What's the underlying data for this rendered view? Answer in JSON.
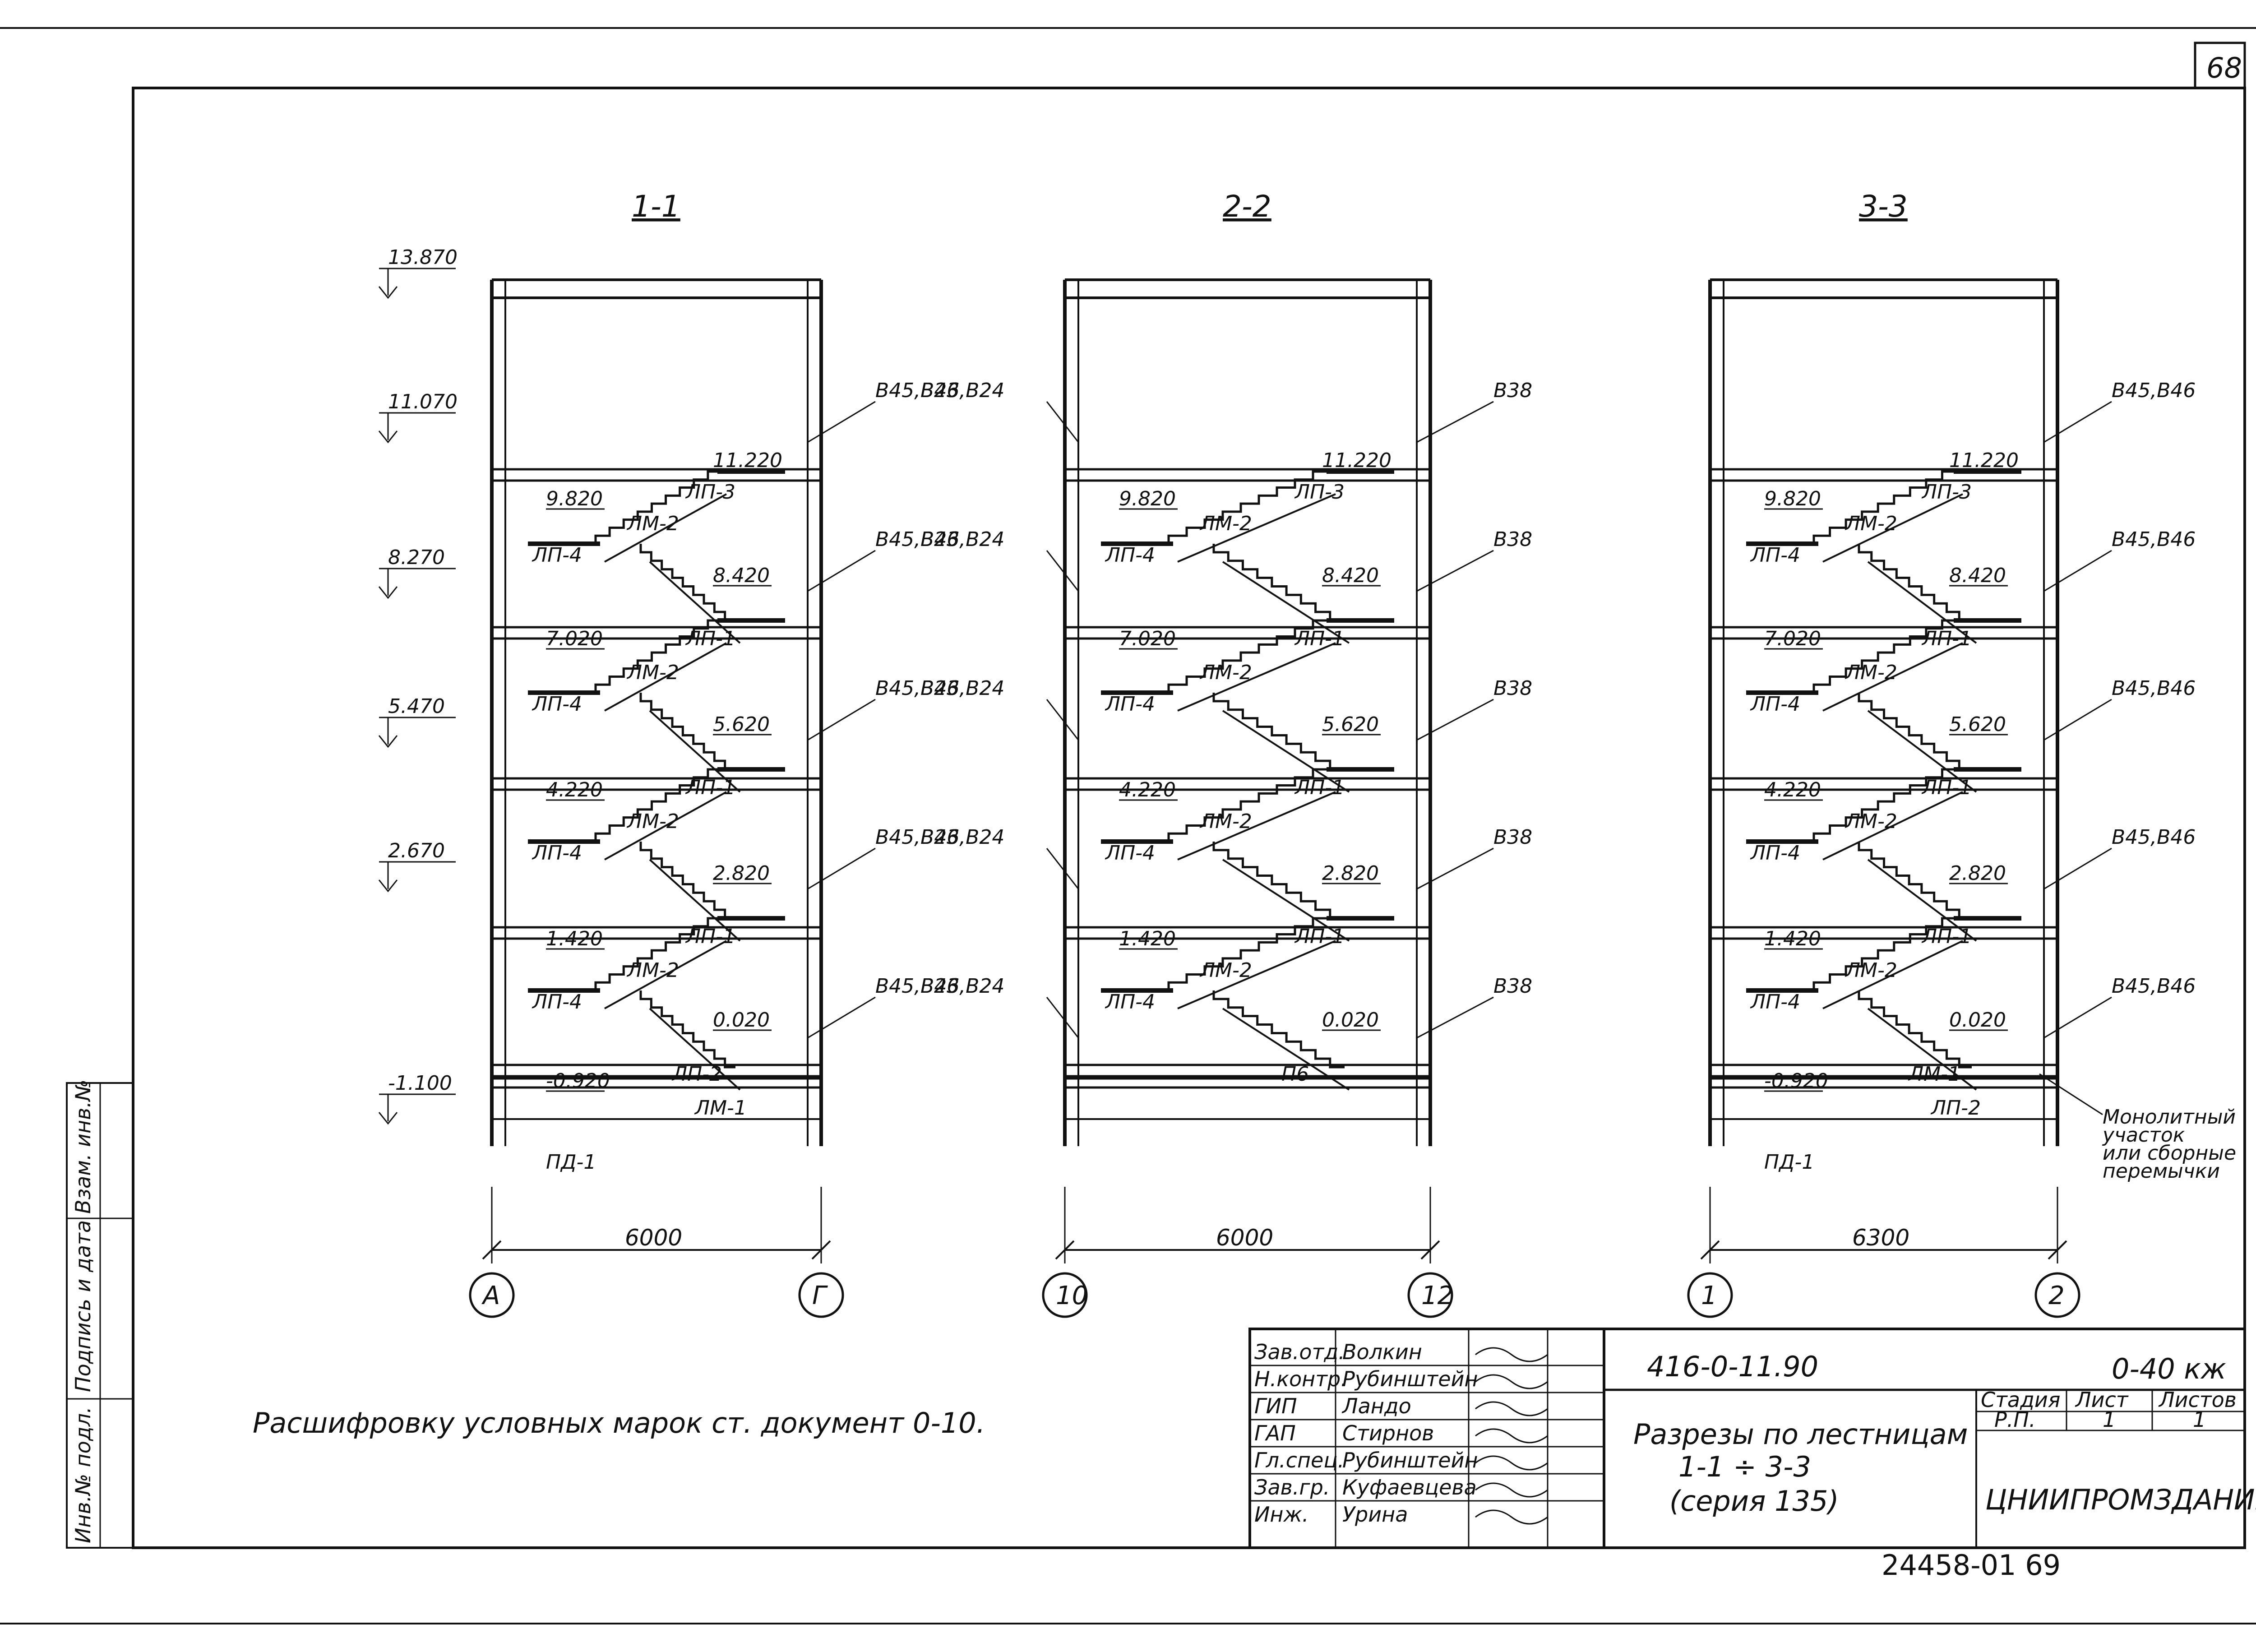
{
  "page_number": "68",
  "sections": [
    {
      "title": "1-1",
      "dimension": "6000",
      "axis_left": "А",
      "axis_right": "Г",
      "floor_levels": [
        "13.870",
        "11.070",
        "8.270",
        "5.470",
        "2.670",
        "-1.100"
      ],
      "stair_levels": [
        "11.220",
        "9.820",
        "8.420",
        "7.020",
        "5.620",
        "4.220",
        "2.820",
        "1.420",
        "0.020",
        "-0.920"
      ],
      "marks": [
        "ЛП-3",
        "ЛМ-2",
        "ЛП-4",
        "ЛП-1",
        "ЛМ-2",
        "ЛП-4",
        "ЛП-1",
        "ЛМ-2",
        "ЛП-4",
        "ЛП-1",
        "ЛМ-2",
        "ЛП-4",
        "ЛП-2",
        "ЛМ-1",
        "ПД-1"
      ],
      "lintels": [
        "В45,В46",
        "В45,В46",
        "В45,В46",
        "В45,В46",
        "В45,В46"
      ]
    },
    {
      "title": "2-2",
      "dimension": "6000",
      "axis_left": "10",
      "axis_right": "12",
      "stair_levels": [
        "11.220",
        "9.820",
        "8.420",
        "7.020",
        "5.620",
        "4.220",
        "2.820",
        "1.420",
        "0.020"
      ],
      "marks": [
        "ЛП-3",
        "ЛМ-2",
        "ЛП-4",
        "ЛП-1",
        "ЛМ-2",
        "ЛП-4",
        "ЛП-1",
        "ЛМ-2",
        "ЛП-4",
        "ЛП-1",
        "ЛМ-2",
        "ЛП-4",
        "П6"
      ],
      "lintels_left": [
        "В23,В24",
        "В23,В24",
        "В23,В24",
        "В23,В24",
        "В23,В24"
      ],
      "lintels_right": [
        "В38",
        "В38",
        "В38",
        "В38",
        "В38"
      ]
    },
    {
      "title": "3-3",
      "dimension": "6300",
      "axis_left": "1",
      "axis_right": "2",
      "stair_levels": [
        "11.220",
        "9.820",
        "8.420",
        "7.020",
        "5.620",
        "4.220",
        "2.820",
        "1.420",
        "0.020",
        "-0.920"
      ],
      "marks": [
        "ЛП-3",
        "ЛМ-2",
        "ЛП-4",
        "ЛП-1",
        "ЛМ-2",
        "ЛП-4",
        "ЛП-1",
        "ЛМ-2",
        "ЛП-4",
        "ЛП-1",
        "ЛМ-2",
        "ЛП-4",
        "ЛМ-1",
        "ЛП-2",
        "ПД-1"
      ],
      "lintels": [
        "В45,В46",
        "В45,В46",
        "В45,В46",
        "В45,В46",
        "В45,В46"
      ],
      "note": [
        "Монолитный",
        "участок",
        "или сборные",
        "перемычки"
      ]
    }
  ],
  "legend_note": "Расшифровку   условных  марок ст.  документ 0-10.",
  "side_stamp": [
    "Инв.№ подл.",
    "Подпись и дата",
    "Взам. инв.№"
  ],
  "title_block": {
    "roles": [
      "Зав.отд.",
      "Н.контр.",
      "ГИП",
      "ГАП",
      "Гл.спец.",
      "Зав.гр.",
      "Инж."
    ],
    "names": [
      "Волкин",
      "Рубинштейн",
      "Ландо",
      "Стирнов",
      "Рубинштейн",
      "Куфаевцева",
      "Урина"
    ],
    "project_code": "416-0-11.90",
    "doc_code": "0-40 кж",
    "title_lines": [
      "Разрезы по лестницам",
      "1-1 ÷ 3-3",
      "(серия 135)"
    ],
    "col_headers": [
      "Стадия",
      "Лист",
      "Листов"
    ],
    "col_values": [
      "Р.П.",
      "1",
      "1"
    ],
    "organization": "ЦНИИПРОМЗДАНИЙ"
  },
  "archive_number": "24458-01  69"
}
